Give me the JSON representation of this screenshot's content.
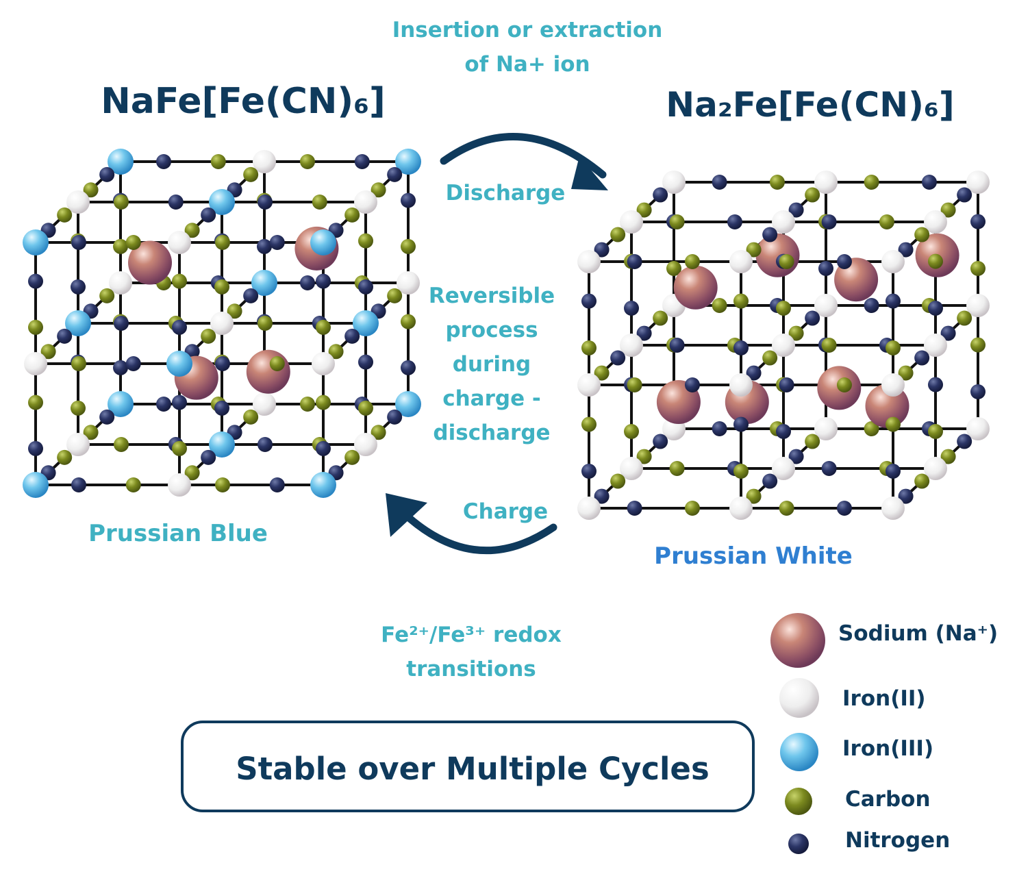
{
  "left": {
    "formula": "NaFe[Fe(CN)₆]",
    "name": "Prussian Blue"
  },
  "right": {
    "formula": "Na₂Fe[Fe(CN)₆]",
    "name": "Prussian White"
  },
  "middle": {
    "top_line1": "Insertion or extraction",
    "top_line2": "of Na+ ion",
    "discharge": "Discharge",
    "reversible": [
      "Reversible",
      "process",
      "during",
      "charge -",
      "discharge"
    ],
    "charge": "Charge",
    "redox_line1": "Fe²⁺/Fe³⁺ redox",
    "redox_line2": "transitions"
  },
  "box": {
    "label": "Stable over Multiple Cycles"
  },
  "legend": {
    "sodium": "Sodium (Na⁺)",
    "iron2": "Iron(II)",
    "iron3": "Iron(III)",
    "carbon": "Carbon",
    "nitrogen": "Nitrogen"
  },
  "colors": {
    "formula": "#0f3a5c",
    "teal_text": "#3fb1c2",
    "prussian_white_label": "#2f7fd1",
    "arrow": "#0f3a5c"
  }
}
